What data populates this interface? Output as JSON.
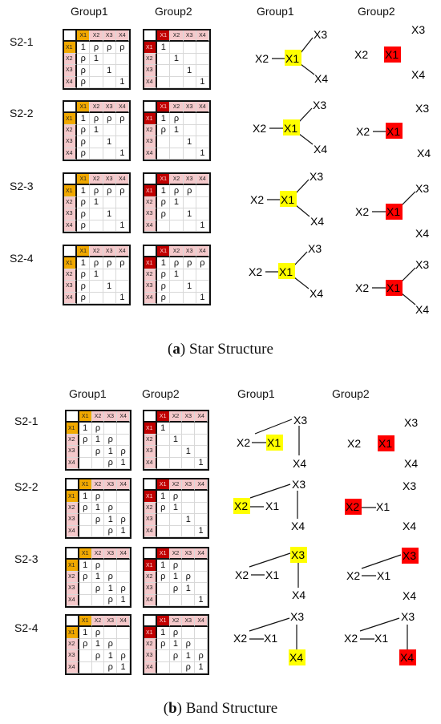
{
  "headers": {
    "matrix_group1": "Group1",
    "matrix_group2": "Group2",
    "net_group1": "Group1",
    "net_group2": "Group2"
  },
  "sections": [
    {
      "id": "star",
      "caption_letter": "a",
      "caption_text": "Star Structure",
      "rows": [
        {
          "label": "S2-1",
          "group1": [
            [
              "1",
              "ρ",
              "ρ",
              "ρ"
            ],
            [
              "ρ",
              "1",
              "",
              ""
            ],
            [
              "ρ",
              "",
              "1",
              ""
            ],
            [
              "ρ",
              "",
              "",
              "1"
            ]
          ],
          "group2": [
            [
              "1",
              "",
              "",
              ""
            ],
            [
              "",
              "1",
              "",
              ""
            ],
            [
              "",
              "",
              "1",
              ""
            ],
            [
              "",
              "",
              "",
              "1"
            ]
          ]
        },
        {
          "label": "S2-2",
          "group1": [
            [
              "1",
              "ρ",
              "ρ",
              "ρ"
            ],
            [
              "ρ",
              "1",
              "",
              ""
            ],
            [
              "ρ",
              "",
              "1",
              ""
            ],
            [
              "ρ",
              "",
              "",
              "1"
            ]
          ],
          "group2": [
            [
              "1",
              "ρ",
              "",
              ""
            ],
            [
              "ρ",
              "1",
              "",
              ""
            ],
            [
              "",
              "",
              "1",
              ""
            ],
            [
              "",
              "",
              "",
              "1"
            ]
          ]
        },
        {
          "label": "S2-3",
          "group1": [
            [
              "1",
              "ρ",
              "ρ",
              "ρ"
            ],
            [
              "ρ",
              "1",
              "",
              ""
            ],
            [
              "ρ",
              "",
              "1",
              ""
            ],
            [
              "ρ",
              "",
              "",
              "1"
            ]
          ],
          "group2": [
            [
              "1",
              "ρ",
              "ρ",
              ""
            ],
            [
              "ρ",
              "1",
              "",
              ""
            ],
            [
              "ρ",
              "",
              "1",
              ""
            ],
            [
              "",
              "",
              "",
              "1"
            ]
          ]
        },
        {
          "label": "S2-4",
          "group1": [
            [
              "1",
              "ρ",
              "ρ",
              "ρ"
            ],
            [
              "ρ",
              "1",
              "",
              ""
            ],
            [
              "ρ",
              "",
              "1",
              ""
            ],
            [
              "ρ",
              "",
              "",
              "1"
            ]
          ],
          "group2": [
            [
              "1",
              "ρ",
              "ρ",
              "ρ"
            ],
            [
              "ρ",
              "1",
              "",
              ""
            ],
            [
              "ρ",
              "",
              "1",
              ""
            ],
            [
              "ρ",
              "",
              "",
              "1"
            ]
          ]
        }
      ]
    },
    {
      "id": "band",
      "caption_letter": "b",
      "caption_text": "Band Structure",
      "rows": [
        {
          "label": "S2-1",
          "group1": [
            [
              "1",
              "ρ",
              "",
              ""
            ],
            [
              "ρ",
              "1",
              "ρ",
              ""
            ],
            [
              "",
              "ρ",
              "1",
              "ρ"
            ],
            [
              "",
              "",
              "ρ",
              "1"
            ]
          ],
          "group2": [
            [
              "1",
              "",
              "",
              ""
            ],
            [
              "",
              "1",
              "",
              ""
            ],
            [
              "",
              "",
              "1",
              ""
            ],
            [
              "",
              "",
              "",
              "1"
            ]
          ]
        },
        {
          "label": "S2-2",
          "group1": [
            [
              "1",
              "ρ",
              "",
              ""
            ],
            [
              "ρ",
              "1",
              "ρ",
              ""
            ],
            [
              "",
              "ρ",
              "1",
              "ρ"
            ],
            [
              "",
              "",
              "ρ",
              "1"
            ]
          ],
          "group2": [
            [
              "1",
              "ρ",
              "",
              ""
            ],
            [
              "ρ",
              "1",
              "",
              ""
            ],
            [
              "",
              "",
              "1",
              ""
            ],
            [
              "",
              "",
              "",
              "1"
            ]
          ]
        },
        {
          "label": "S2-3",
          "group1": [
            [
              "1",
              "ρ",
              "",
              ""
            ],
            [
              "ρ",
              "1",
              "ρ",
              ""
            ],
            [
              "",
              "ρ",
              "1",
              "ρ"
            ],
            [
              "",
              "",
              "ρ",
              "1"
            ]
          ],
          "group2": [
            [
              "1",
              "ρ",
              "",
              ""
            ],
            [
              "ρ",
              "1",
              "ρ",
              ""
            ],
            [
              "",
              "ρ",
              "1",
              ""
            ],
            [
              "",
              "",
              "",
              "1"
            ]
          ]
        },
        {
          "label": "S2-4",
          "group1": [
            [
              "1",
              "ρ",
              "",
              ""
            ],
            [
              "ρ",
              "1",
              "ρ",
              ""
            ],
            [
              "",
              "ρ",
              "1",
              "ρ"
            ],
            [
              "",
              "",
              "ρ",
              "1"
            ]
          ],
          "group2": [
            [
              "1",
              "ρ",
              "",
              ""
            ],
            [
              "ρ",
              "1",
              "ρ",
              ""
            ],
            [
              "",
              "ρ",
              "1",
              "ρ"
            ],
            [
              "",
              "",
              "ρ",
              "1"
            ]
          ]
        }
      ]
    }
  ],
  "matrix_labels": [
    "X1",
    "X2",
    "X3",
    "X4"
  ],
  "node_labels": {
    "x1": "X1",
    "x2": "X2",
    "x3": "X3",
    "x4": "X4"
  },
  "colors": {
    "group1_highlight": "#ffff00",
    "group2_highlight": "#ff0000",
    "group1_header": "#f0a800",
    "group2_header": "#c00000",
    "header_tint": "#f5c9cb"
  }
}
